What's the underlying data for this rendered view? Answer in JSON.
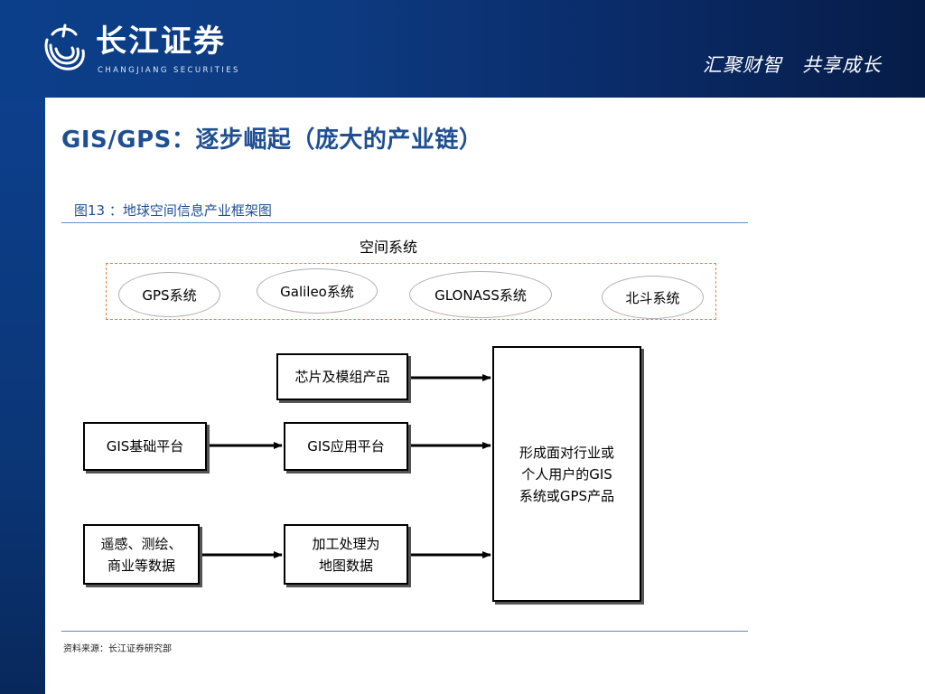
{
  "header": {
    "logo_name": "长江证券",
    "logo_sub": "CHANGJIANG SECURITIES",
    "slogan": "汇聚财智　共享成长"
  },
  "title": "GIS/GPS：逐步崛起（庞大的产业链）",
  "figure": {
    "caption": "图13 ：地球空间信息产业框架图",
    "space_system_label": "空间系统",
    "satellite_systems": [
      "GPS系统",
      "Galileo系统",
      "GLONASS系统",
      "北斗系统"
    ],
    "boxes": {
      "chips": "芯片及模组产品",
      "gis_base": "GIS基础平台",
      "gis_app": "GIS应用平台",
      "remote_sensing": "遥感、测绘、\n商业等数据",
      "map_processing": "加工处理为\n地图数据",
      "final_product": "形成面对行业或\n个人用户的GIS\n系统或GPS产品"
    }
  },
  "source": "资料来源：长江证券研究部",
  "colors": {
    "header_blue": "#0c3f8a",
    "title_blue": "#1f4f93",
    "dashed_border": "#e8823a"
  }
}
